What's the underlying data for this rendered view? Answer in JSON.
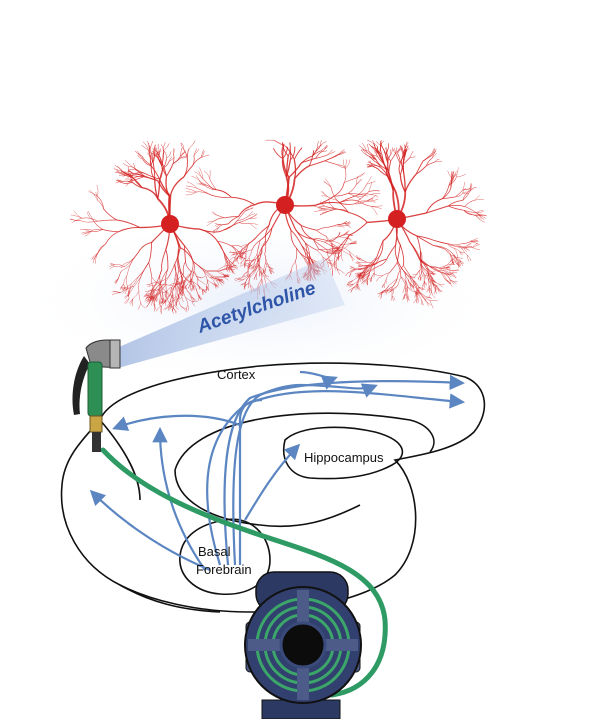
{
  "labels": {
    "acetylcholine": "Acetylcholine",
    "cortex": "Cortex",
    "hippocampus": "Hippocampus",
    "basal_forebrain_line1": "Basal",
    "basal_forebrain_line2": "Forebrain"
  },
  "colors": {
    "neuron": "#d42020",
    "arrow": "#5b86c2",
    "spray": "#9fb6e0",
    "hose": "#2e9a64",
    "pump_body": "#2c3a63",
    "pump_accent": "#3ca66a",
    "outline": "#111111"
  },
  "icons": {
    "spray_nozzle": "hose-nozzle-icon",
    "pump": "water-pump-icon"
  }
}
